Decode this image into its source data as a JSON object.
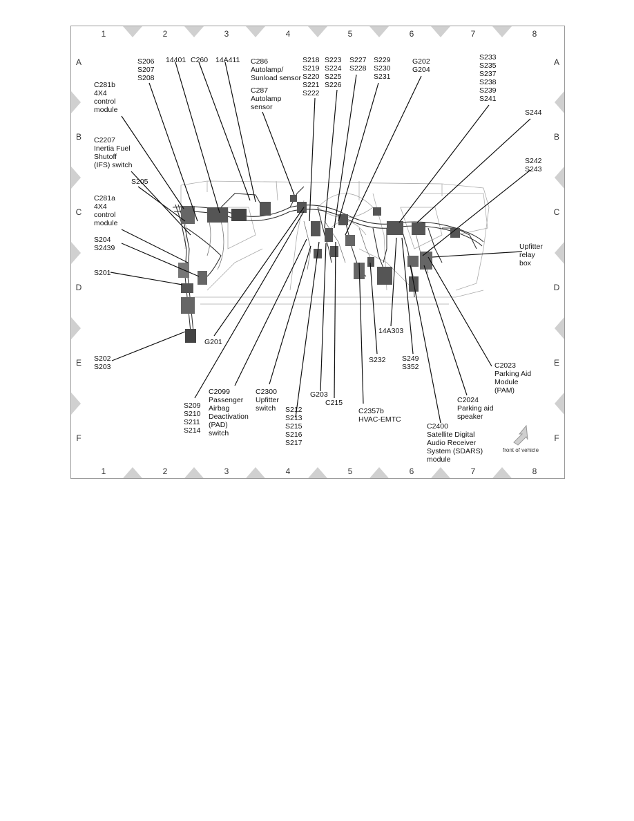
{
  "grid": {
    "columns": [
      "1",
      "2",
      "3",
      "4",
      "5",
      "6",
      "7",
      "8"
    ],
    "rows": [
      "A",
      "B",
      "C",
      "D",
      "E",
      "F"
    ]
  },
  "legend": {
    "front_of_vehicle": "front of vehicle"
  },
  "callouts": [
    {
      "id": "c281b",
      "lines": [
        "C281b",
        "4X4",
        "control",
        "module"
      ]
    },
    {
      "id": "c2207",
      "lines": [
        "C2207",
        "Inertia Fuel",
        "Shutoff",
        "(IFS) switch"
      ]
    },
    {
      "id": "s205",
      "lines": [
        "S205"
      ]
    },
    {
      "id": "c281a",
      "lines": [
        "C281a",
        "4X4",
        "control",
        "module"
      ]
    },
    {
      "id": "s204",
      "lines": [
        "S204",
        "S2439"
      ]
    },
    {
      "id": "s201",
      "lines": [
        "S201"
      ]
    },
    {
      "id": "s202",
      "lines": [
        "S202",
        "S203"
      ]
    },
    {
      "id": "s206",
      "lines": [
        "S206",
        "S207",
        "S208"
      ]
    },
    {
      "id": "14401",
      "lines": [
        "14401"
      ]
    },
    {
      "id": "c260",
      "lines": [
        "C260"
      ]
    },
    {
      "id": "14a411",
      "lines": [
        "14A411"
      ]
    },
    {
      "id": "c286",
      "lines": [
        "C286",
        "Autolamp/",
        "Sunload sensor"
      ]
    },
    {
      "id": "c287",
      "lines": [
        "C287",
        "Autolamp",
        "sensor"
      ]
    },
    {
      "id": "s218",
      "lines": [
        "S218",
        "S219",
        "S220",
        "S221",
        "S222"
      ]
    },
    {
      "id": "s223",
      "lines": [
        "S223",
        "S224",
        "S225",
        "S226"
      ]
    },
    {
      "id": "s227",
      "lines": [
        "S227",
        "S228"
      ]
    },
    {
      "id": "s229",
      "lines": [
        "S229",
        "S230",
        "S231"
      ]
    },
    {
      "id": "g202",
      "lines": [
        "G202",
        "G204"
      ]
    },
    {
      "id": "s233",
      "lines": [
        "S233",
        "S235",
        "S237",
        "S238",
        "S239",
        "S241"
      ]
    },
    {
      "id": "s244",
      "lines": [
        "S244"
      ]
    },
    {
      "id": "s242",
      "lines": [
        "S242",
        "S243"
      ]
    },
    {
      "id": "upfitter-relay",
      "lines": [
        "Upfitter",
        "relay",
        "box"
      ]
    },
    {
      "id": "g201",
      "lines": [
        "G201"
      ]
    },
    {
      "id": "s209",
      "lines": [
        "S209",
        "S210",
        "S211",
        "S214"
      ]
    },
    {
      "id": "c2099",
      "lines": [
        "C2099",
        "Passenger",
        "Airbag",
        "Deactivation",
        "(PAD)",
        "switch"
      ]
    },
    {
      "id": "c2300",
      "lines": [
        "C2300",
        "Upfitter",
        "switch"
      ]
    },
    {
      "id": "s212",
      "lines": [
        "S212",
        "S213",
        "S215",
        "S216",
        "S217"
      ]
    },
    {
      "id": "g203",
      "lines": [
        "G203"
      ]
    },
    {
      "id": "c215",
      "lines": [
        "C215"
      ]
    },
    {
      "id": "c2357b",
      "lines": [
        "C2357b",
        "HVAC-EMTC"
      ]
    },
    {
      "id": "s232",
      "lines": [
        "S232"
      ]
    },
    {
      "id": "14a303",
      "lines": [
        "14A303"
      ]
    },
    {
      "id": "s249",
      "lines": [
        "S249",
        "S352"
      ]
    },
    {
      "id": "c2400",
      "lines": [
        "C2400",
        "Satellite Digital",
        "Audio Receiver",
        "System (SDARS)",
        "module"
      ]
    },
    {
      "id": "c2024",
      "lines": [
        "C2024",
        "Parking aid",
        "speaker"
      ]
    },
    {
      "id": "c2023",
      "lines": [
        "C2023",
        "Parking Aid",
        "Module",
        "(PAM)"
      ]
    }
  ]
}
